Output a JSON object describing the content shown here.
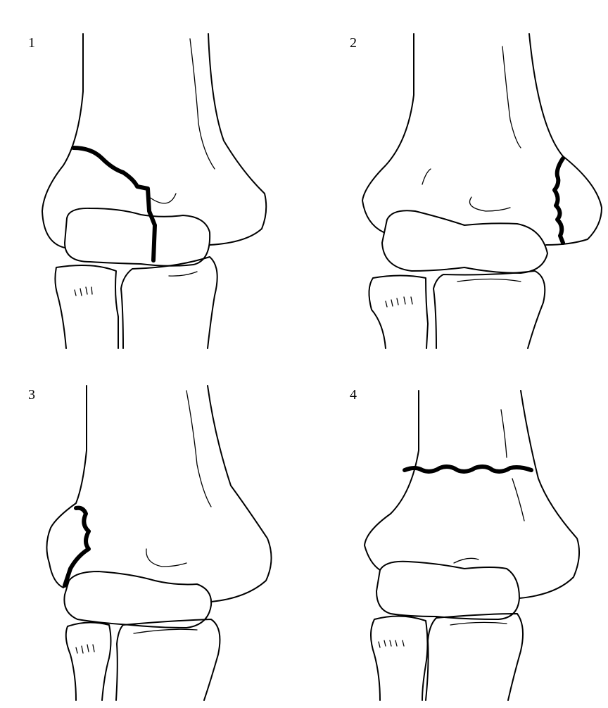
{
  "panels": [
    {
      "label": "1"
    },
    {
      "label": "2"
    },
    {
      "label": "3"
    },
    {
      "label": "4"
    }
  ],
  "colors": {
    "line": "#000000",
    "background": "#ffffff"
  }
}
